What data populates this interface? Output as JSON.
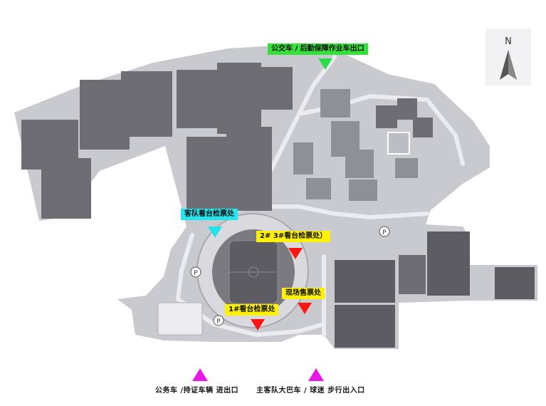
{
  "map": {
    "colors": {
      "ground": "#c9c9d0",
      "building": "#6d6d73",
      "building_dark": "#5c5c62",
      "road": "#ececf0",
      "green_marker": "#2bdc4a",
      "green_label": "#35e03a",
      "cyan_marker": "#22e2ea",
      "cyan_label": "#26e4ee",
      "yellow_label": "#fff200",
      "red_marker": "#ff1414",
      "magenta_marker": "#e619e6"
    },
    "icons": {
      "north_arrow": "north-arrow-icon",
      "parking": "parking-icon"
    },
    "north_letter": "N",
    "parking_letter": "P",
    "labels": {
      "bus_exit": "公交车 / 后勤保障作业车出口",
      "away_stand": "客队看台检票处",
      "stand_23": "2# 3#看台检票处）",
      "ticket_office": "现场售票处",
      "stand_1": "1#看台检票处",
      "official_vehicle": "公务车 /持证车辆 进出口",
      "team_bus": "主客队大巴车 / 球迷 步行出入口"
    }
  }
}
